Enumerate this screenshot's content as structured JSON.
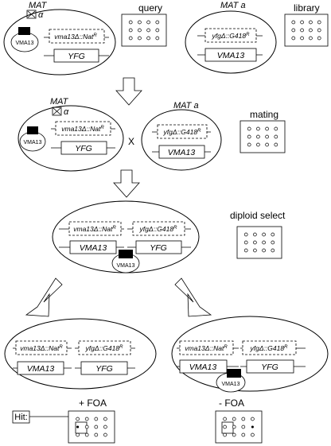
{
  "labels": {
    "mat": "MAT",
    "mat_a": "MAT a",
    "alpha": "α",
    "cross": "X",
    "query": "query",
    "library": "library",
    "mating": "mating",
    "diploid_select": "diploid select",
    "plus_foa": "+ FOA",
    "minus_foa": "- FOA",
    "hit": "Hit:"
  },
  "genes": {
    "vma13": "VMA13",
    "yfg": "YFG",
    "vma13_nat": "vma13Δ::Nat",
    "yfg_g418": "yfgΔ::G418",
    "resistance_sup": "R",
    "plasmid": "VMA13"
  },
  "colors": {
    "line": "#000000",
    "fill": "#ffffff",
    "marker": "#000000"
  }
}
